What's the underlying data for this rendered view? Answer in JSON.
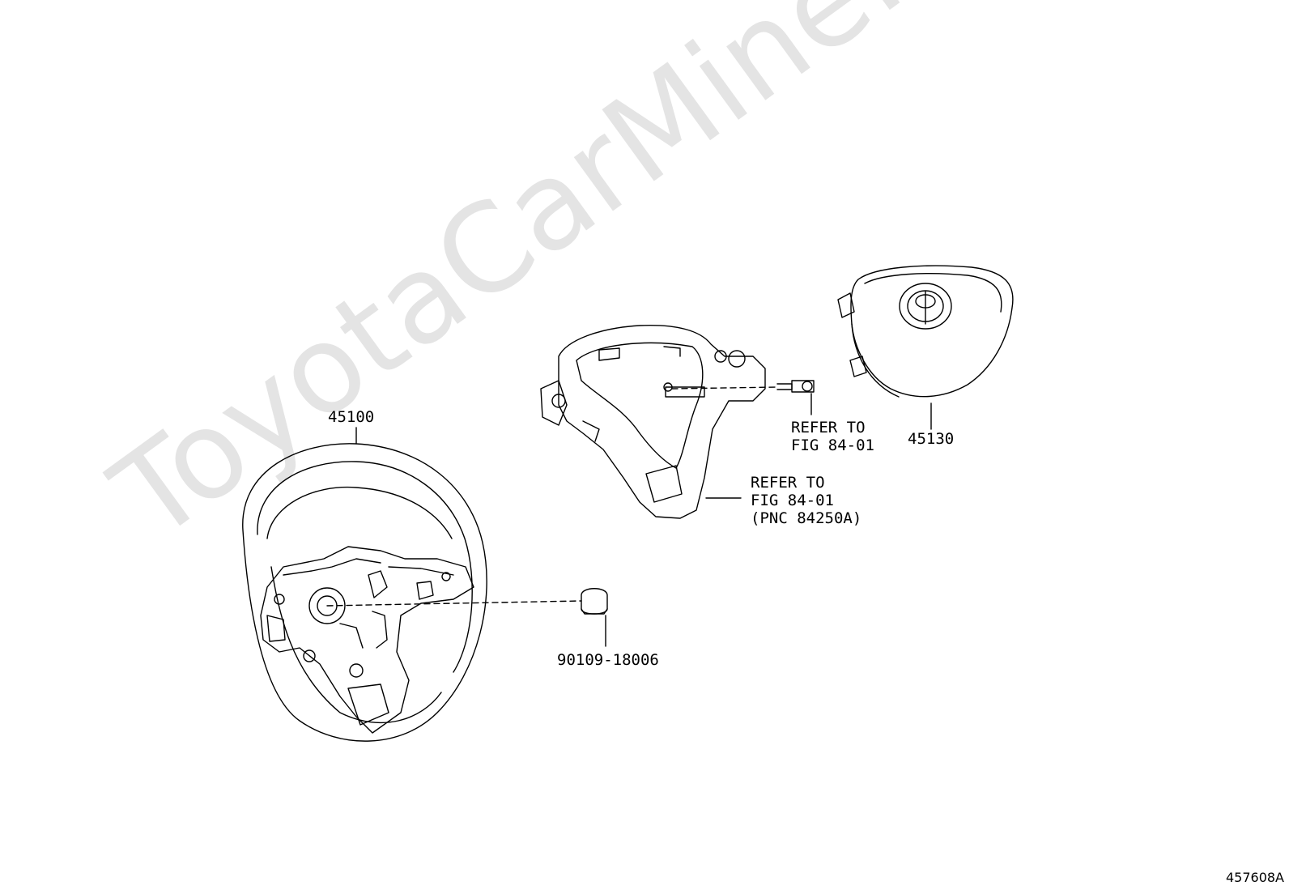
{
  "watermark": "ToyotaCarMine.ru",
  "figure_id": "457608A",
  "callouts": {
    "p45100": "45100",
    "p45130": "45130",
    "p90109": "90109-18006",
    "refer_bolt_1": "REFER TO",
    "refer_bolt_2": "FIG 84-01",
    "refer_pad_1": "REFER TO",
    "refer_pad_2": "FIG 84-01",
    "refer_pad_3": "(PNC 84250A)"
  }
}
